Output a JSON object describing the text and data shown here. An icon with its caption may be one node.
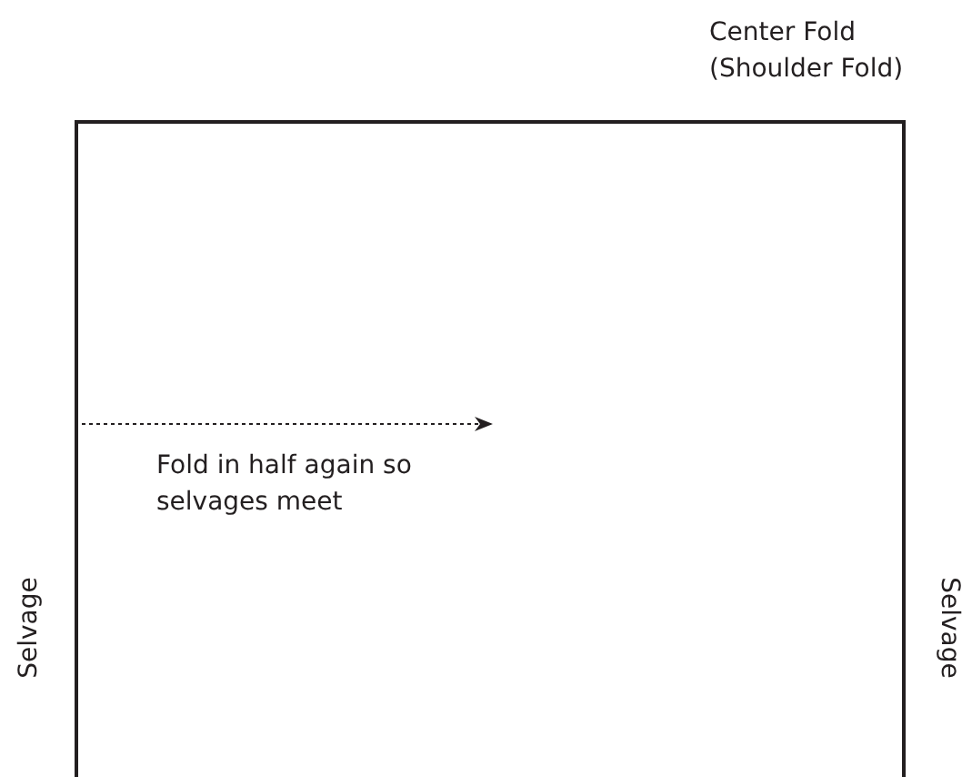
{
  "diagram": {
    "labels": [
      "Center Fold (Shoulder Fold)",
      "Fold in half again so selvages meet",
      "Selvage",
      "Selvage"
    ]
  }
}
